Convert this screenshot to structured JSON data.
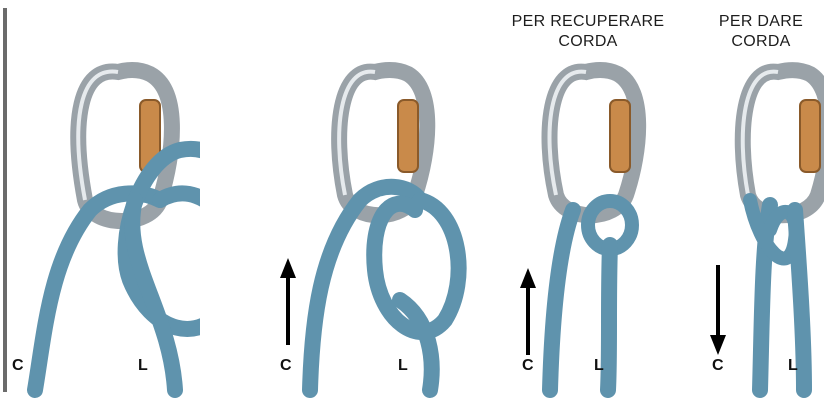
{
  "headings": {
    "recover": [
      "PER RECUPERARE",
      "CORDA"
    ],
    "give": [
      "PER DARE",
      "CORDA"
    ]
  },
  "panels": [
    {
      "left_label": "C",
      "right_label": "L",
      "arrow": "none"
    },
    {
      "left_label": "C",
      "right_label": "L",
      "arrow": "up"
    },
    {
      "left_label": "C",
      "right_label": "L",
      "arrow": "up"
    },
    {
      "left_label": "C",
      "right_label": "L",
      "arrow": "down"
    }
  ],
  "colors": {
    "rope": "#5f93ad",
    "rope_dark": "#3f6f88",
    "carabiner": "#a9b0b6",
    "carabiner_dark": "#6f777d",
    "gate_lock": "#c98a4a",
    "arrow": "#000000",
    "edge_bar": "#6b6b6b"
  }
}
